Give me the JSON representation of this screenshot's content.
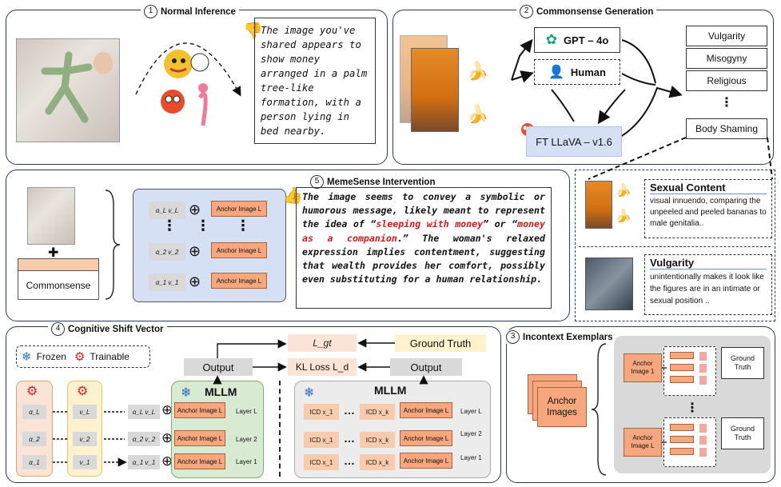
{
  "panel1": {
    "number": "1",
    "title": "Normal Inference",
    "response": "The image you've shared appears to show money arranged in a palm tree-like formation, with a person lying in bed nearby."
  },
  "panel2": {
    "number": "2",
    "title": "Commonsense Generation",
    "gpt_label": "GPT – 4o",
    "human_label": "Human",
    "llava_label": "FT LLaVA – v1.6",
    "categories": [
      "Vulgarity",
      "Misogyny",
      "Religious",
      "Body Shaming"
    ]
  },
  "panel5": {
    "number": "5",
    "title": "MemeSense Intervention",
    "commonsense_label": "Commonsense",
    "rows": [
      {
        "alpha": "α_L v_L",
        "anchor": "Anchor Image L"
      },
      {
        "alpha": "α_2 v_2",
        "anchor": "Anchor Image L"
      },
      {
        "alpha": "α_1 v_1",
        "anchor": "Anchor Image L"
      }
    ],
    "response_part1": "The image seems to convey a symbolic or humorous message, likely meant to represent the idea of “",
    "highlight1": "sleeping with money",
    "response_part2": "” or “",
    "highlight2": "money as a companion",
    "response_part3": ".” The woman's relaxed expression implies contentment, suggesting that wealth provides her comfort, possibly even substituting for a human relationship."
  },
  "examples": [
    {
      "title": "Sexual Content",
      "text": "visual innuendo, comparing the unpeeled and peeled bananas to male genitalia.."
    },
    {
      "title": "Vulgarity",
      "text": "unintentionally makes it look like the figures are in an intimate or sexual position .."
    }
  ],
  "panel4": {
    "number": "4",
    "title": "Cognitive Shift Vector",
    "frozen_label": "Frozen",
    "trainable_label": "Trainable",
    "alphas": [
      "α_L",
      "α_2",
      "α_1"
    ],
    "vs": [
      "v_L",
      "v_2",
      "v_1"
    ],
    "products": [
      "α_L v_L",
      "α_2 v_2",
      "α_1 v_1"
    ],
    "mllm_label": "MLLM",
    "anchor_label": "Anchor Image L",
    "layers": [
      "Layer L",
      "Layer 2",
      "Layer 1"
    ],
    "icd_rows": [
      {
        "a": "ICD x_1",
        "b": "ICD x_k"
      },
      {
        "a": "ICD x_1",
        "b": "ICD x_k"
      },
      {
        "a": "ICD x_1",
        "b": "ICD x_k"
      }
    ],
    "output_label": "Output",
    "lgt_label": "L_gt",
    "kl_label": "KL Loss L_d",
    "ground_truth_label": "Ground Truth"
  },
  "panel3": {
    "number": "3",
    "title": "Incontext Exemplars",
    "anchor_images_label": "Anchor Images",
    "anchor1": "Anchor Image 1",
    "anchorL": "Anchor Image L",
    "ground_truth": "Ground Truth"
  },
  "colors": {
    "border": "#2b3a55",
    "orange": "#f6a77e",
    "blue_fill": "#d6e0f5",
    "green_fill": "#d9ead3",
    "peach": "#fbe4d5",
    "yellow": "#fff2cc",
    "highlight_red": "#d21a1a"
  }
}
